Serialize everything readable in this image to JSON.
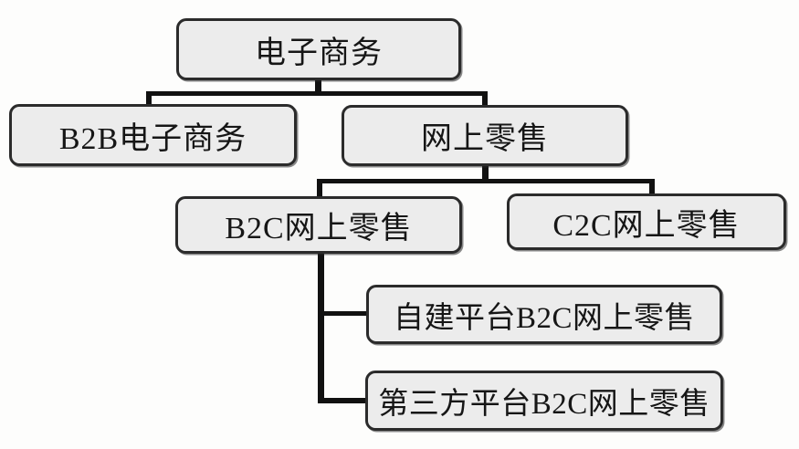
{
  "diagram": {
    "type": "hierarchy-flowchart",
    "nodes": [
      {
        "id": "ecommerce",
        "label": "电子商务",
        "level": 1,
        "parent": null
      },
      {
        "id": "b2b",
        "label": "B2B电子商务",
        "level": 2,
        "parent": "电子商务"
      },
      {
        "id": "retail",
        "label": "网上零售",
        "level": 2,
        "parent": "电子商务"
      },
      {
        "id": "b2c",
        "label": "B2C网上零售",
        "level": 3,
        "parent": "网上零售"
      },
      {
        "id": "c2c",
        "label": "C2C网上零售",
        "level": 3,
        "parent": "网上零售"
      },
      {
        "id": "self_built",
        "label": "自建平台B2C网上零售",
        "level": 4,
        "parent": "B2C网上零售"
      },
      {
        "id": "third_party",
        "label": "第三方平台B2C网上零售",
        "level": 4,
        "parent": "B2C网上零售"
      }
    ],
    "edges": [
      {
        "from": "电子商务",
        "to": "B2B电子商务"
      },
      {
        "from": "电子商务",
        "to": "网上零售"
      },
      {
        "from": "网上零售",
        "to": "B2C网上零售"
      },
      {
        "from": "网上零售",
        "to": "C2C网上零售"
      },
      {
        "from": "B2C网上零售",
        "to": "自建平台B2C网上零售"
      },
      {
        "from": "B2C网上零售",
        "to": "第三方平台B2C网上零售"
      }
    ],
    "colors": {
      "node_fill": "#ececec",
      "node_border": "#2b2b2b",
      "connector": "#111111",
      "background": "#fdfdfc"
    }
  }
}
